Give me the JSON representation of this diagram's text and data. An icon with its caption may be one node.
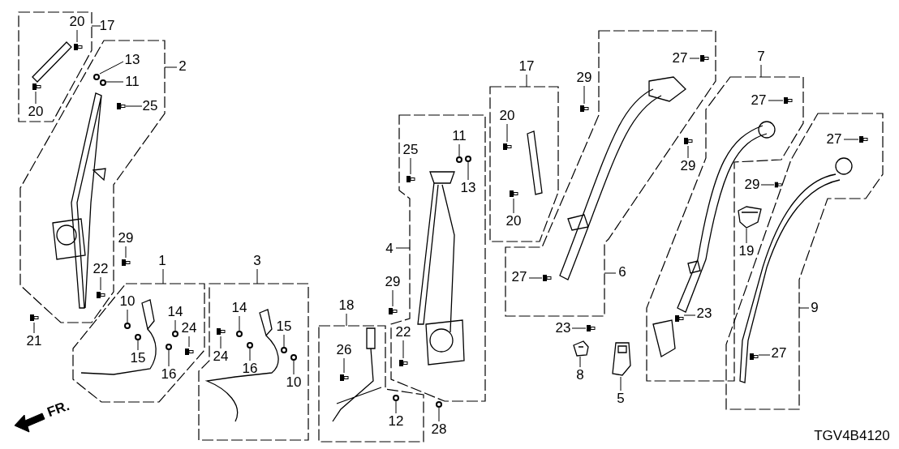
{
  "diagram": {
    "nodes": [
      {
        "text": [],
        "shape": "box"
      },
      {
        "text": [
          "20"
        ],
        "in": 0
      },
      {
        "text": [],
        "shape": "bolt",
        "in": 0
      },
      {
        "text": [
          "20"
        ],
        "in": 0
      },
      {
        "text": [],
        "shape": "bolt",
        "in": 0
      },
      {
        "text": [
          "17"
        ]
      },
      {
        "text": [],
        "shape": "box"
      },
      {
        "text": [
          "13"
        ],
        "in": 6
      },
      {
        "text": [],
        "shape": "circle",
        "in": 6
      },
      {
        "text": [
          "2"
        ]
      },
      {
        "text": [
          "11"
        ],
        "in": 6
      },
      {
        "text": [],
        "shape": "circle",
        "in": 6
      },
      {
        "text": [
          "25"
        ],
        "in": 6
      },
      {
        "text": [],
        "shape": "bolt",
        "in": 6
      },
      {
        "text": [
          "29"
        ]
      },
      {
        "text": [],
        "shape": "bolt"
      },
      {
        "text": [
          "22"
        ],
        "in": 6
      },
      {
        "text": [],
        "shape": "bolt",
        "in": 6
      },
      {
        "text": [
          "21"
        ]
      },
      {
        "text": [],
        "shape": "bolt"
      },
      {
        "text": [
          "1"
        ]
      },
      {
        "text": [],
        "shape": "box"
      },
      {
        "text": [
          "10"
        ],
        "in": 21
      },
      {
        "text": [],
        "shape": "circle",
        "in": 21
      },
      {
        "text": [
          "14"
        ],
        "in": 21
      },
      {
        "text": [],
        "shape": "circle",
        "in": 21
      },
      {
        "text": [
          "24"
        ],
        "in": 21
      },
      {
        "text": [],
        "shape": "bolt",
        "in": 21
      },
      {
        "text": [
          "15"
        ],
        "in": 21
      },
      {
        "text": [],
        "shape": "circle",
        "in": 21
      },
      {
        "text": [
          "16"
        ],
        "in": 21
      },
      {
        "text": [],
        "shape": "circle",
        "in": 21
      },
      {
        "text": [
          "3"
        ]
      },
      {
        "text": [],
        "shape": "box"
      },
      {
        "text": [
          "14"
        ],
        "in": 33
      },
      {
        "text": [],
        "shape": "circle",
        "in": 33
      },
      {
        "text": [
          "15"
        ],
        "in": 33
      },
      {
        "text": [],
        "shape": "circle",
        "in": 33
      },
      {
        "text": [
          "24"
        ],
        "in": 33
      },
      {
        "text": [],
        "shape": "bolt",
        "in": 33
      },
      {
        "text": [
          "16"
        ],
        "in": 33
      },
      {
        "text": [],
        "shape": "circle",
        "in": 33
      },
      {
        "text": [
          "10"
        ],
        "in": 33
      },
      {
        "text": [],
        "shape": "circle",
        "in": 33
      },
      {
        "text": [
          "18"
        ]
      },
      {
        "text": [],
        "shape": "box"
      },
      {
        "text": [
          "26"
        ],
        "in": 45
      },
      {
        "text": [],
        "shape": "bolt",
        "in": 45
      },
      {
        "text": [
          "12"
        ],
        "in": 45
      },
      {
        "text": [],
        "shape": "circle",
        "in": 45
      },
      {
        "text": [
          "28"
        ]
      },
      {
        "text": [],
        "shape": "circle"
      },
      {
        "text": [
          "4"
        ]
      },
      {
        "text": [],
        "shape": "box"
      },
      {
        "text": [
          "25"
        ],
        "in": 53
      },
      {
        "text": [],
        "shape": "bolt",
        "in": 53
      },
      {
        "text": [
          "11"
        ],
        "in": 53
      },
      {
        "text": [],
        "shape": "circle",
        "in": 53
      },
      {
        "text": [
          "13"
        ],
        "in": 53
      },
      {
        "text": [],
        "shape": "circle",
        "in": 53
      },
      {
        "text": [
          "29"
        ]
      },
      {
        "text": [],
        "shape": "bolt"
      },
      {
        "text": [
          "22"
        ],
        "in": 53
      },
      {
        "text": [],
        "shape": "bolt",
        "in": 53
      },
      {
        "text": [
          "17"
        ]
      },
      {
        "text": [],
        "shape": "box"
      },
      {
        "text": [
          "20"
        ],
        "in": 65
      },
      {
        "text": [],
        "shape": "bolt",
        "in": 65
      },
      {
        "text": [
          "20"
        ],
        "in": 65
      },
      {
        "text": [],
        "shape": "bolt",
        "in": 65
      },
      {
        "text": [
          "29"
        ]
      },
      {
        "text": [],
        "shape": "bolt"
      },
      {
        "text": [],
        "shape": "box"
      },
      {
        "text": [
          "27"
        ],
        "in": 72
      },
      {
        "text": [],
        "shape": "bolt",
        "in": 72
      },
      {
        "text": [
          "27"
        ],
        "in": 72
      },
      {
        "text": [],
        "shape": "bolt",
        "in": 72
      },
      {
        "text": [
          "6"
        ]
      },
      {
        "text": [
          "7"
        ]
      },
      {
        "text": [],
        "shape": "box"
      },
      {
        "text": [
          "27"
        ],
        "in": 79
      },
      {
        "text": [],
        "shape": "bolt",
        "in": 79
      },
      {
        "text": [
          "29"
        ]
      },
      {
        "text": [],
        "shape": "bolt"
      },
      {
        "text": [
          "23"
        ],
        "in": 79
      },
      {
        "text": [],
        "shape": "bolt",
        "in": 79
      },
      {
        "text": [],
        "shape": "box"
      },
      {
        "text": [
          "27"
        ],
        "in": 86
      },
      {
        "text": [],
        "shape": "bolt",
        "in": 86
      },
      {
        "text": [
          "29"
        ]
      },
      {
        "text": [],
        "shape": "bolt"
      },
      {
        "text": [
          "19"
        ]
      },
      {
        "text": [],
        "shape": "picture"
      },
      {
        "text": [
          "9"
        ]
      },
      {
        "text": [
          "27"
        ],
        "in": 86
      },
      {
        "text": [],
        "shape": "bolt",
        "in": 86
      },
      {
        "text": [
          "23"
        ]
      },
      {
        "text": [],
        "shape": "bolt"
      },
      {
        "text": [
          "8"
        ]
      },
      {
        "text": [],
        "shape": "picture"
      },
      {
        "text": [
          "5"
        ]
      },
      {
        "text": [],
        "shape": "picture"
      }
    ],
    "edges": [
      {
        "from": 1,
        "to": 2,
        "arrow": "none"
      },
      {
        "from": 3,
        "to": 4,
        "arrow": "none"
      },
      {
        "from": 5,
        "to": 0,
        "arrow": "none"
      },
      {
        "from": 7,
        "to": 8,
        "arrow": "none"
      },
      {
        "from": 9,
        "to": 6,
        "arrow": "none"
      },
      {
        "from": 10,
        "to": 11,
        "arrow": "none"
      },
      {
        "from": 12,
        "to": 13,
        "arrow": "none"
      },
      {
        "from": 14,
        "to": 15,
        "arrow": "none"
      },
      {
        "from": 16,
        "to": 17,
        "arrow": "none"
      },
      {
        "from": 18,
        "to": 19,
        "arrow": "none"
      },
      {
        "from": 20,
        "to": 21,
        "arrow": "none"
      },
      {
        "from": 22,
        "to": 23,
        "arrow": "none"
      },
      {
        "from": 24,
        "to": 25,
        "arrow": "none"
      },
      {
        "from": 26,
        "to": 27,
        "arrow": "none"
      },
      {
        "from": 28,
        "to": 29,
        "arrow": "none"
      },
      {
        "from": 30,
        "to": 31,
        "arrow": "none"
      },
      {
        "from": 32,
        "to": 33,
        "arrow": "none"
      },
      {
        "from": 34,
        "to": 35,
        "arrow": "none"
      },
      {
        "from": 36,
        "to": 37,
        "arrow": "none"
      },
      {
        "from": 38,
        "to": 39,
        "arrow": "none"
      },
      {
        "from": 40,
        "to": 41,
        "arrow": "none"
      },
      {
        "from": 42,
        "to": 43,
        "arrow": "none"
      },
      {
        "from": 44,
        "to": 45,
        "arrow": "none"
      },
      {
        "from": 46,
        "to": 47,
        "arrow": "none"
      },
      {
        "from": 48,
        "to": 49,
        "arrow": "none"
      },
      {
        "from": 50,
        "to": 51,
        "arrow": "none"
      },
      {
        "from": 52,
        "to": 53,
        "arrow": "none"
      },
      {
        "from": 54,
        "to": 55,
        "arrow": "none"
      },
      {
        "from": 56,
        "to": 57,
        "arrow": "none"
      },
      {
        "from": 58,
        "to": 59,
        "arrow": "none"
      },
      {
        "from": 60,
        "to": 61,
        "arrow": "none"
      },
      {
        "from": 62,
        "to": 63,
        "arrow": "none"
      },
      {
        "from": 64,
        "to": 65,
        "arrow": "none"
      },
      {
        "from": 66,
        "to": 67,
        "arrow": "none"
      },
      {
        "from": 68,
        "to": 69,
        "arrow": "none"
      },
      {
        "from": 70,
        "to": 71,
        "arrow": "none"
      },
      {
        "from": 73,
        "to": 74,
        "arrow": "none"
      },
      {
        "from": 75,
        "to": 76,
        "arrow": "none"
      },
      {
        "from": 77,
        "to": 72,
        "arrow": "none"
      },
      {
        "from": 78,
        "to": 79,
        "arrow": "none"
      },
      {
        "from": 80,
        "to": 81,
        "arrow": "none"
      },
      {
        "from": 82,
        "to": 83,
        "arrow": "none"
      },
      {
        "from": 84,
        "to": 85,
        "arrow": "none"
      },
      {
        "from": 87,
        "to": 88,
        "arrow": "none"
      },
      {
        "from": 89,
        "to": 90,
        "arrow": "none"
      },
      {
        "from": 91,
        "to": 92,
        "arrow": "none"
      },
      {
        "from": 93,
        "to": 86,
        "arrow": "none"
      },
      {
        "from": 94,
        "to": 95,
        "arrow": "none"
      },
      {
        "from": 96,
        "to": 97,
        "arrow": "none"
      },
      {
        "from": 98,
        "to": 99,
        "arrow": "none"
      },
      {
        "from": 100,
        "to": 101,
        "arrow": "none"
      }
    ],
    "labels": [
      "FR.",
      "TGV4B4120"
    ]
  }
}
